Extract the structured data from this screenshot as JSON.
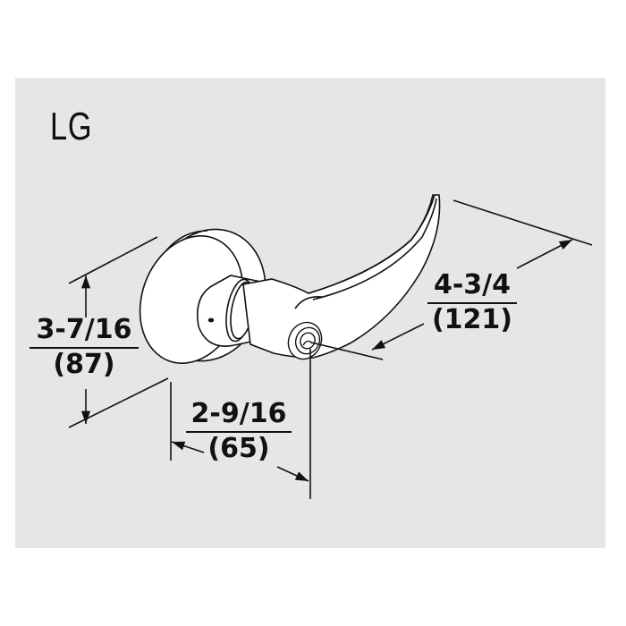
{
  "drawing": {
    "title": "LG",
    "background_color": "#e5e6e8",
    "line_color": "#111111",
    "subject": "lever-handle-lock"
  },
  "dimensions": {
    "height": {
      "imperial": "3-7/16",
      "metric": "(87)"
    },
    "depth": {
      "imperial": "2-9/16",
      "metric": "(65)"
    },
    "length": {
      "imperial": "4-3/4",
      "metric": "(121)"
    }
  }
}
